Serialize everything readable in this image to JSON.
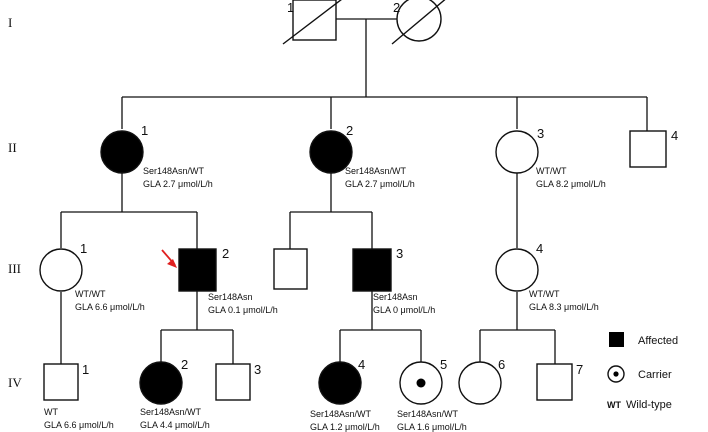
{
  "generations": [
    "I",
    "II",
    "III",
    "IV"
  ],
  "individuals": {
    "I1": {
      "number": "1",
      "sex": "male",
      "affected": false,
      "deceased": true
    },
    "I2": {
      "number": "2",
      "sex": "female",
      "affected": false,
      "deceased": true
    },
    "II1": {
      "number": "1",
      "sex": "female",
      "affected": true,
      "genotype": "Ser148Asn/WT",
      "gla": "GLA 2.7 μmol/L/h"
    },
    "II2": {
      "number": "2",
      "sex": "female",
      "affected": true,
      "genotype": "Ser148Asn/WT",
      "gla": "GLA 2.7 μmol/L/h"
    },
    "II3": {
      "number": "3",
      "sex": "female",
      "affected": false,
      "genotype": "WT/WT",
      "gla": "GLA 8.2 μmol/L/h"
    },
    "II4": {
      "number": "4",
      "sex": "male",
      "affected": false
    },
    "III1": {
      "number": "1",
      "sex": "female",
      "affected": false,
      "genotype": "WT/WT",
      "gla": "GLA 6.6 μmol/L/h"
    },
    "III2": {
      "number": "2",
      "sex": "male",
      "affected": true,
      "proband": true,
      "genotype": "Ser148Asn",
      "gla": "GLA 0.1 μmol/L/h"
    },
    "III2b": {
      "sex": "male",
      "affected": false
    },
    "III3": {
      "number": "3",
      "sex": "male",
      "affected": true,
      "genotype": "Ser148Asn",
      "gla": "GLA 0 μmol/L/h"
    },
    "III4": {
      "number": "4",
      "sex": "female",
      "affected": false,
      "genotype": "WT/WT",
      "gla": "GLA 8.3 μmol/L/h"
    },
    "IV1": {
      "number": "1",
      "sex": "male",
      "affected": false,
      "genotype": "WT",
      "gla": "GLA 6.6 μmol/L/h"
    },
    "IV2": {
      "number": "2",
      "sex": "female",
      "affected": true,
      "genotype": "Ser148Asn/WT",
      "gla": "GLA 4.4 μmol/L/h"
    },
    "IV3": {
      "number": "3",
      "sex": "male",
      "affected": false
    },
    "IV4": {
      "number": "4",
      "sex": "female",
      "affected": true,
      "genotype": "Ser148Asn/WT",
      "gla": "GLA 1.2 μmol/L/h"
    },
    "IV5": {
      "number": "5",
      "sex": "female",
      "carrier": true,
      "genotype": "Ser148Asn/WT",
      "gla": "GLA 1.6 μmol/L/h"
    },
    "IV6": {
      "number": "6",
      "sex": "female",
      "affected": false
    },
    "IV7": {
      "number": "7",
      "sex": "male",
      "affected": false
    }
  },
  "legend": {
    "affected": "Affected",
    "carrier": "Carrier",
    "wt_abbr": "WT",
    "wt_label": "Wild-type"
  },
  "colors": {
    "line": "#111111",
    "fill": "#000000",
    "proband_arrow": "#e02020"
  }
}
